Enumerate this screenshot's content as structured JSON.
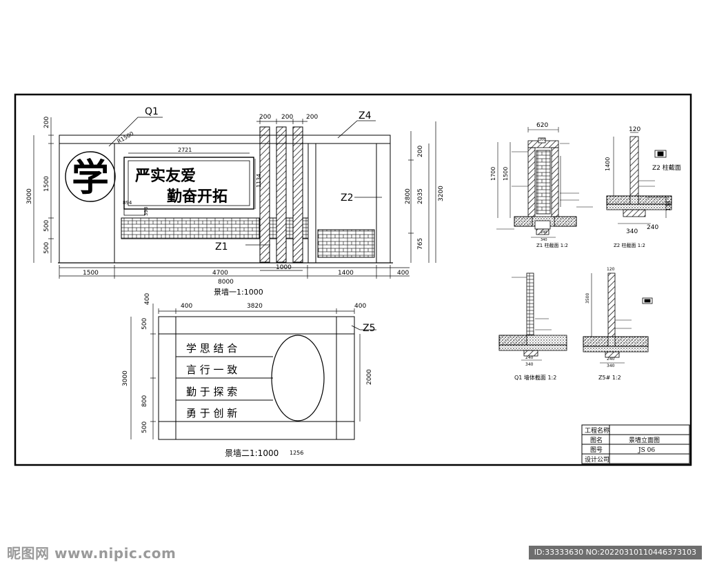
{
  "colors": {
    "line": "#000000",
    "background": "#ffffff",
    "watermark_text": "#9a9a9a",
    "watermark_badge": "#6e6e6e"
  },
  "elev1": {
    "big_char": "学",
    "slogan_line1": "严实友爱",
    "slogan_line2": "勤奋开拓",
    "label_q1": "Q1",
    "label_z4": "Z4",
    "label_z2": "Z2",
    "label_z1": "Z1",
    "dim_r1500": "R1500",
    "dim_2721": "2721",
    "dim_1134": "1134",
    "dim_894": "894",
    "dim_398": "398",
    "dim_top": [
      "200",
      "200",
      "200"
    ],
    "dim_left": [
      "200",
      "1500",
      "500",
      "500"
    ],
    "dim_left_total": "3000",
    "dim_right": [
      "200",
      "2800",
      "765"
    ],
    "dim_right_2035": "2035",
    "dim_right_total": "3200",
    "dim_bottom": [
      "1500",
      "4700",
      "1400",
      "400"
    ],
    "dim_1000": "1000",
    "dim_total": "8000",
    "caption": "景墙一1:1000"
  },
  "elev2": {
    "rows": [
      "学  思  结  合",
      "言  行  一  致",
      "勤  于  探  索",
      "勇  于  创  新"
    ],
    "label_z5": "Z5",
    "dim_top": [
      "400",
      "3820",
      "400"
    ],
    "dim_left_top": "400",
    "dim_left": [
      "500",
      "800",
      "500"
    ],
    "dim_left_total": "3000",
    "dim_right": "2000",
    "caption": "景墙二1:1000",
    "dim_1256": "1256"
  },
  "details": {
    "z1": {
      "dim_width": "620",
      "dim_1700": "1700",
      "dim_1500": "1500",
      "dim_200": "200",
      "dim_240": "240",
      "dim_340": "340",
      "caption": "Z1 柱截面  1:2"
    },
    "z2": {
      "dim_120": "120",
      "dim_1400": "1400",
      "dim_134": "134",
      "dim_340": "340",
      "dim_240": "240",
      "badge": "Z2 柱截面",
      "caption": "Z2 柱截面  1:2"
    },
    "q1": {
      "dim_240": "240",
      "dim_340": "340",
      "caption": "Q1 墙体截面  1:2"
    },
    "z5": {
      "dim_120": "120",
      "dim_3500": "3500",
      "dim_240": "240",
      "dim_340": "340",
      "caption": "Z5# 1:2"
    }
  },
  "titleblock": {
    "rows": [
      {
        "label": "工程名称",
        "value": ""
      },
      {
        "label": "图名",
        "value": "景墙立面图"
      },
      {
        "label": "图号",
        "value": "JS 06"
      },
      {
        "label": "设计公司",
        "value": ""
      }
    ]
  },
  "watermark": {
    "left": "昵图网 www.nipic.com",
    "right": "ID:33333630 NO:20220310110446373103"
  }
}
